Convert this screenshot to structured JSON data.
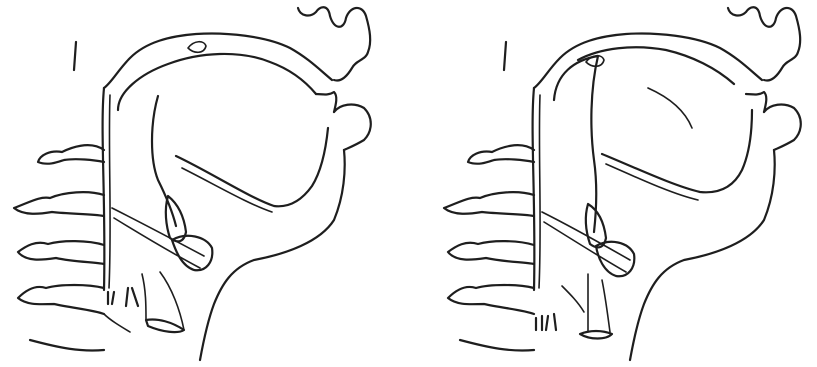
{
  "figure": {
    "panels": [
      {
        "id": "left",
        "variant": "tongue-back-retracted"
      },
      {
        "id": "right",
        "variant": "tongue-back-raised"
      }
    ],
    "stroke_color": "#1e1e1e",
    "background_color": "#ffffff"
  }
}
